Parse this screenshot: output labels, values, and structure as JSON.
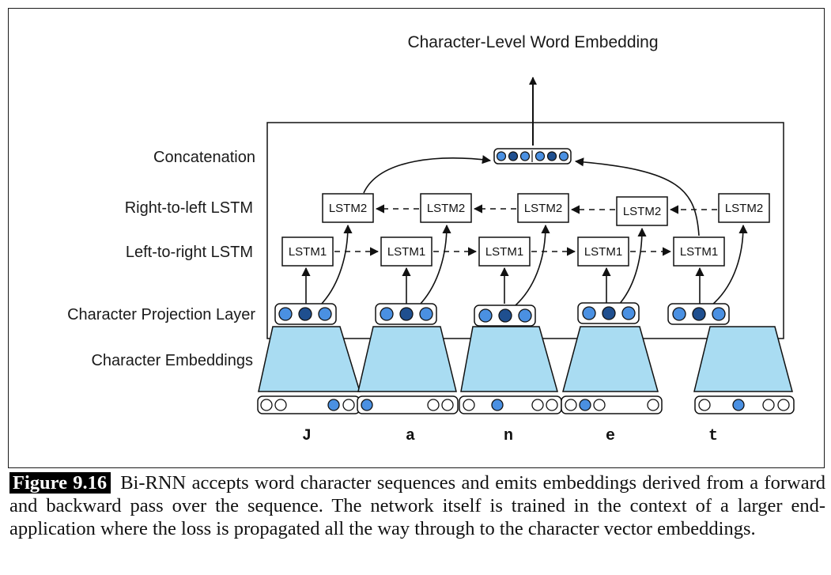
{
  "diagram": {
    "title": "Character-Level Word Embedding",
    "row_labels": {
      "concatenation": "Concatenation",
      "right_to_left": "Right-to-left LSTM",
      "left_to_right": "Left-to-right LSTM",
      "projection": "Character Projection Layer",
      "embeddings": "Character Embeddings"
    },
    "lstm1_label": "LSTM1",
    "lstm2_label": "LSTM2",
    "characters": [
      "J",
      "a",
      "n",
      "e",
      "t"
    ],
    "colors": {
      "light_node": "#4a90e2",
      "dark_node": "#1f4f8f",
      "trapezoid": "#a9dcf2"
    }
  },
  "caption": {
    "figure_label": "Figure 9.16",
    "text": "Bi-RNN accepts word character sequences and emits embeddings derived from a forward and backward pass over the sequence. The network itself is trained in the context of a larger end-application where the loss is propagated all the way through to the character vector embeddings."
  }
}
